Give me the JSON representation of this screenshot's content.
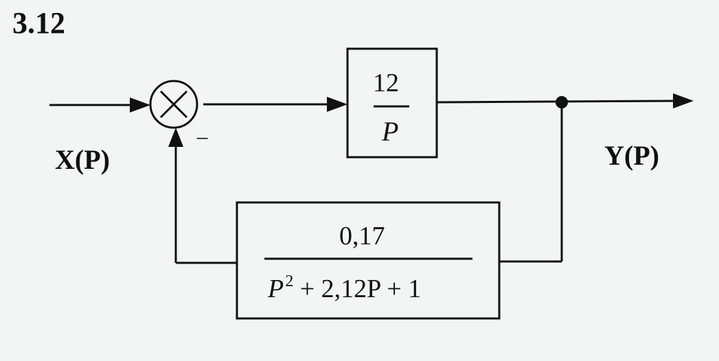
{
  "title": "3.12",
  "input_label": "X(P)",
  "output_label": "Y(P)",
  "summing_sign": "−",
  "forward_block": {
    "numerator": "12",
    "denominator": "P"
  },
  "feedback_block": {
    "numerator": "0,17",
    "denominator": {
      "term1_base": "P",
      "term1_exp": "2",
      "rest": " + 2,12P + 1"
    }
  },
  "icons": {
    "summing_junction": "circle-with-x",
    "branch_point": "filled-dot"
  },
  "colors": {
    "line": "#111111",
    "background": "#f3f4f4"
  }
}
